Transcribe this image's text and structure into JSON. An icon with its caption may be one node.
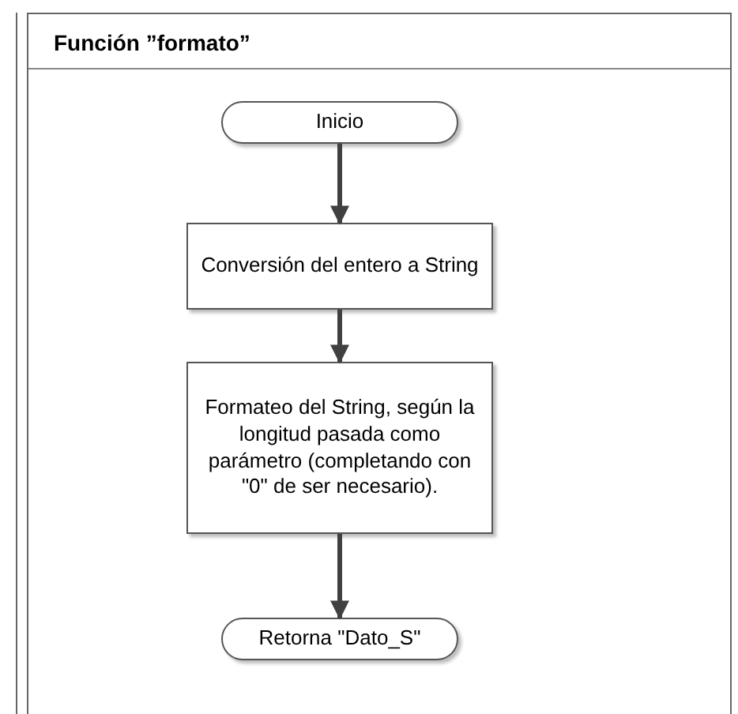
{
  "diagram": {
    "nodes": [
      {
        "text": [
          "Función ”formato”"
        ]
      },
      {
        "text": [
          "Inicio"
        ],
        "in": 0
      },
      {
        "text": [
          "Conversión del entero a String"
        ],
        "in": 0
      },
      {
        "text": [
          "Formateo del String, según la longitud pasada como parámetro (completando con \"0\" de ser necesario)."
        ],
        "in": 0
      },
      {
        "text": [
          "Retorna \"Dato_S\""
        ],
        "in": 0
      }
    ],
    "edges": [
      {
        "from": 1,
        "to": 2,
        "arrow": "to"
      },
      {
        "from": 2,
        "to": 3,
        "arrow": "to"
      },
      {
        "from": 3,
        "to": 4,
        "arrow": "to"
      }
    ]
  }
}
